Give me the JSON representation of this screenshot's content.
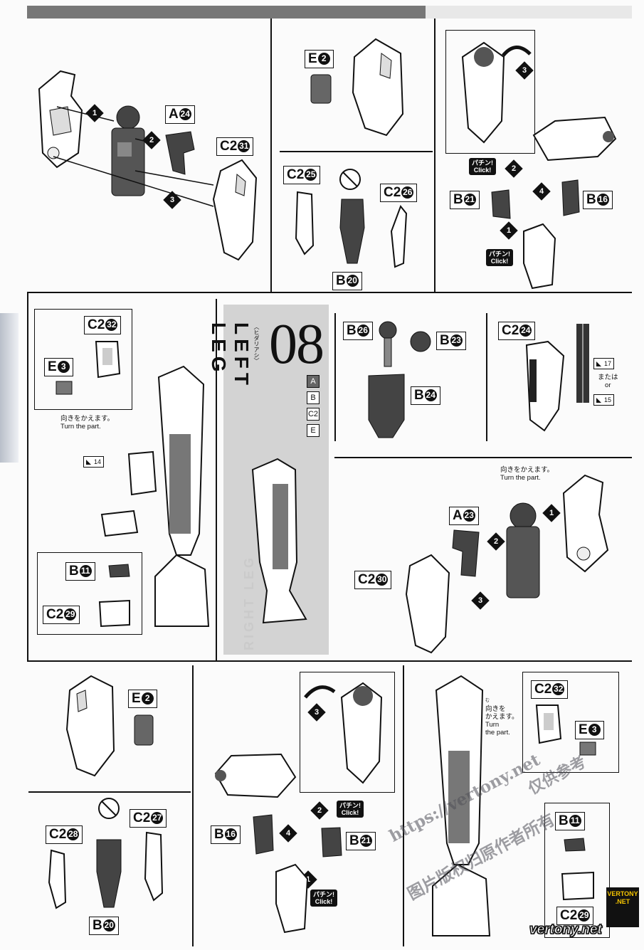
{
  "watermark": {
    "url": "https://vertony.net",
    "line1": "图片版权归原作者所有",
    "line2": "仅供参考",
    "site": "vertony.net"
  },
  "section": {
    "number": "08",
    "title_en": "LEFT LEG",
    "title_ruby": "〈ヒダリアシ〉",
    "runners": [
      "A",
      "B",
      "C2",
      "E"
    ],
    "ghost_text": "RIGHT LEG"
  },
  "notes": {
    "turn_jp": "向きをかえます。",
    "turn_en": "Turn the part.",
    "turn_jp_split_1": "向きを",
    "turn_jp_split_2": "かえます。",
    "turn_en_split_1": "Turn",
    "turn_en_split_2": "the part.",
    "ruby_mu": "む",
    "or_jp": "または",
    "or_en": "or"
  },
  "click": {
    "jp": "パチン!",
    "en": "Click!"
  },
  "steps": [
    "1",
    "2",
    "3",
    "4"
  ],
  "tags": [
    "14",
    "17",
    "15"
  ],
  "parts": {
    "A24": {
      "runner": "A",
      "num": "24"
    },
    "C2_31": {
      "runner": "C2",
      "num": "31"
    },
    "E2": {
      "runner": "E",
      "num": "2"
    },
    "C2_25": {
      "runner": "C2",
      "num": "25"
    },
    "C2_26": {
      "runner": "C2",
      "num": "26"
    },
    "B20": {
      "runner": "B",
      "num": "20"
    },
    "B21": {
      "runner": "B",
      "num": "21"
    },
    "B16": {
      "runner": "B",
      "num": "16"
    },
    "C2_32": {
      "runner": "C2",
      "num": "32"
    },
    "E3": {
      "runner": "E",
      "num": "3"
    },
    "B11": {
      "runner": "B",
      "num": "11"
    },
    "C2_29": {
      "runner": "C2",
      "num": "29"
    },
    "B26": {
      "runner": "B",
      "num": "26"
    },
    "B23": {
      "runner": "B",
      "num": "23"
    },
    "B24": {
      "runner": "B",
      "num": "24"
    },
    "C2_24": {
      "runner": "C2",
      "num": "24"
    },
    "A23": {
      "runner": "A",
      "num": "23"
    },
    "C2_30": {
      "runner": "C2",
      "num": "30"
    },
    "C2_27": {
      "runner": "C2",
      "num": "27"
    },
    "C2_28": {
      "runner": "C2",
      "num": "28"
    }
  },
  "logo": {
    "top": "VERTONY",
    "bottom": ".NET"
  }
}
